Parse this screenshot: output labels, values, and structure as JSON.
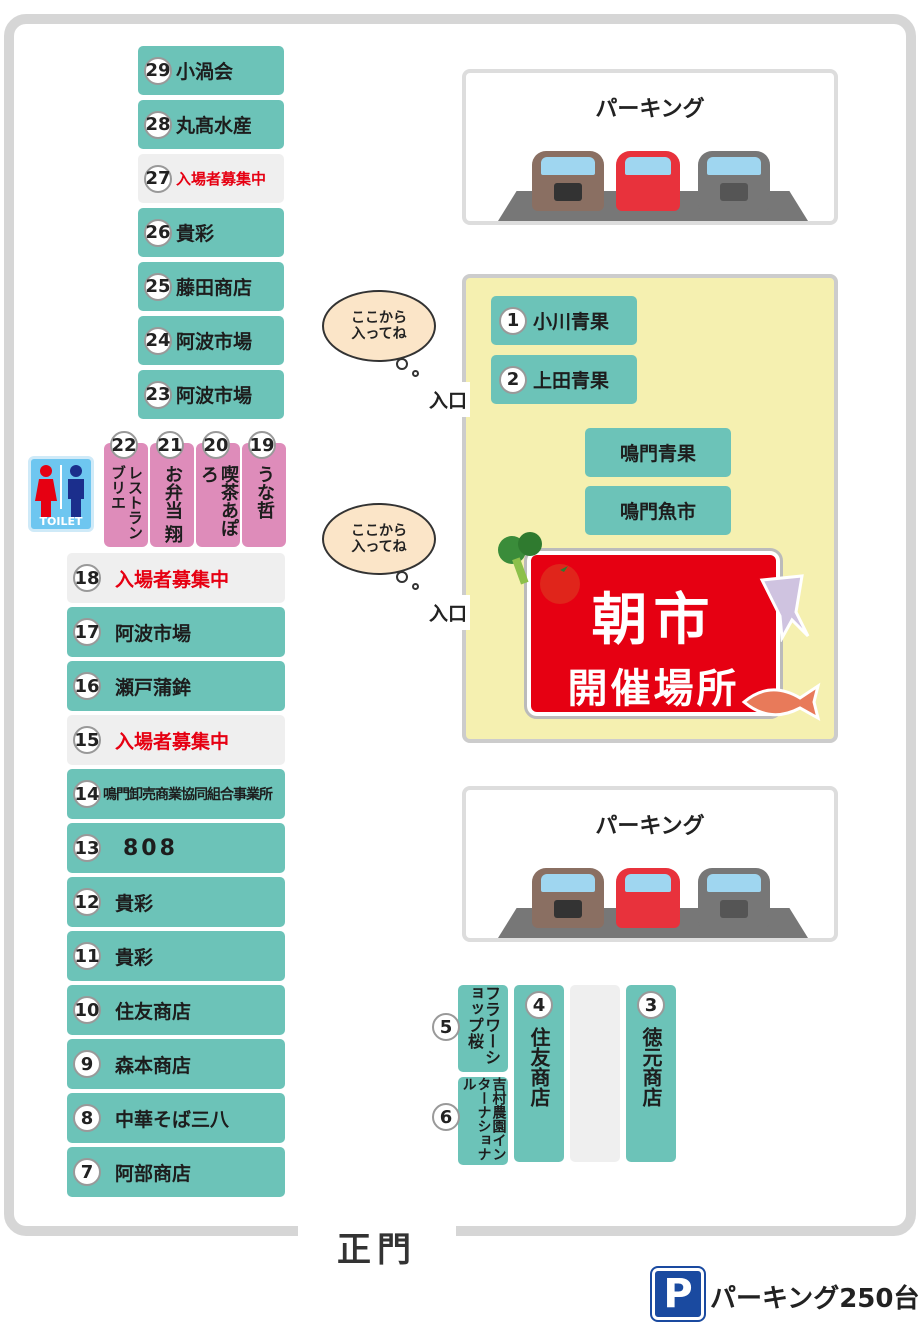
{
  "gate_label": "正門",
  "toilet_label": "TOILET",
  "left_upper": [
    {
      "num": "29",
      "name": "小渦会",
      "vacant": false
    },
    {
      "num": "28",
      "name": "丸髙水産",
      "vacant": false
    },
    {
      "num": "27",
      "name": "入場者募集中",
      "vacant": true
    },
    {
      "num": "26",
      "name": "貴彩",
      "vacant": false
    },
    {
      "num": "25",
      "name": "藤田商店",
      "vacant": false
    },
    {
      "num": "24",
      "name": "阿波市場",
      "vacant": false
    },
    {
      "num": "23",
      "name": "阿波市場",
      "vacant": false
    }
  ],
  "pink_stalls": [
    {
      "num": "22",
      "name": "レストランブリエ"
    },
    {
      "num": "21",
      "name": "お弁当 翔"
    },
    {
      "num": "20",
      "name": "喫茶あぽろ"
    },
    {
      "num": "19",
      "name": "うな哲"
    }
  ],
  "left_lower": [
    {
      "num": "18",
      "name": "入場者募集中",
      "vacant": true
    },
    {
      "num": "17",
      "name": "阿波市場",
      "vacant": false
    },
    {
      "num": "16",
      "name": "瀬戸蒲鉾",
      "vacant": false
    },
    {
      "num": "15",
      "name": "入場者募集中",
      "vacant": true
    },
    {
      "num": "14",
      "name": "鳴門卸売商業協同組合事業所",
      "vacant": false
    },
    {
      "num": "13",
      "name": "808",
      "vacant": false
    },
    {
      "num": "12",
      "name": "貴彩",
      "vacant": false
    },
    {
      "num": "11",
      "name": "貴彩",
      "vacant": false
    },
    {
      "num": "10",
      "name": "住友商店",
      "vacant": false
    },
    {
      "num": "9",
      "name": "森本商店",
      "vacant": false
    },
    {
      "num": "8",
      "name": "中華そば三八",
      "vacant": false
    },
    {
      "num": "7",
      "name": "阿部商店",
      "vacant": false
    }
  ],
  "parking_label": "パーキング",
  "bubble_text": "ここから入ってね",
  "entrance_label": "入口",
  "market_stalls": [
    {
      "num": "1",
      "name": "小川青果"
    },
    {
      "num": "2",
      "name": "上田青果"
    }
  ],
  "market_plain": [
    "鳴門青果",
    "鳴門魚市"
  ],
  "venue": {
    "line1": "朝市",
    "line2": "開催場所"
  },
  "bottom_stalls": {
    "s5": {
      "num": "5",
      "name": "フラワーショップ桜"
    },
    "s6": {
      "num": "6",
      "name": "吉村農園インターナショナル"
    },
    "s4": {
      "num": "4",
      "name": "住友商店"
    },
    "s3": {
      "num": "3",
      "name": "徳元商店"
    }
  },
  "footer": {
    "icon": "P",
    "label": "パーキング250台"
  },
  "colors": {
    "stall": "#6cc3b8",
    "pink": "#de8cba",
    "vacant_text": "#e60012",
    "venue": "#e60012",
    "yard": "#f5f0b0"
  }
}
